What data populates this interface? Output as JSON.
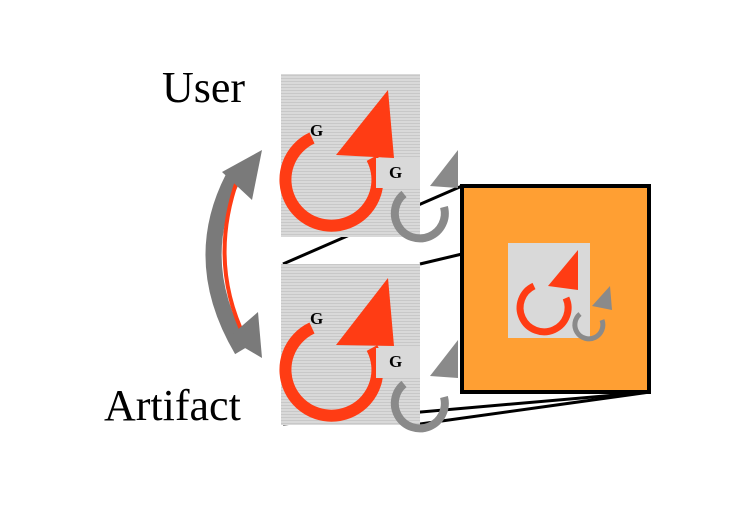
{
  "diagram": {
    "labels": {
      "user": "User",
      "artifact": "Artifact"
    },
    "nodes": {
      "user_cycle": {
        "goal_label": "G",
        "sub_goal_label": "G"
      },
      "artifact_cycle": {
        "goal_label": "G",
        "sub_goal_label": "G"
      }
    },
    "colors": {
      "panel_fill": "#d9d9d9",
      "cycle_red": "#ff3c14",
      "cycle_gray": "#8a8a8a",
      "arrow_gray": "#7a7a7a",
      "zoom_box_fill": "#ff9f33",
      "zoom_box_stroke": "#000000"
    }
  }
}
